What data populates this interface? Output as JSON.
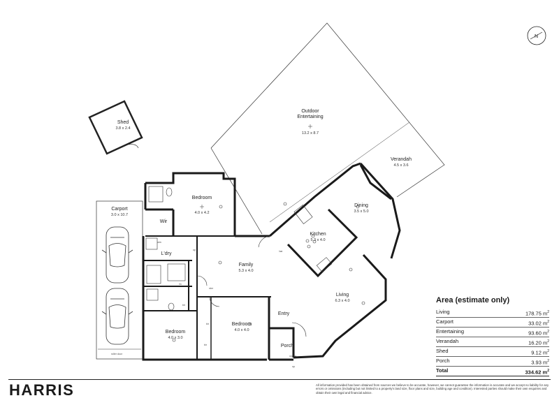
{
  "rooms": {
    "shed": {
      "name": "Shed",
      "dims": "3.8 x 2.4"
    },
    "outdoor": {
      "name_line1": "Outdoor",
      "name_line2": "Entertaining",
      "dims": "13.2 x 8.7"
    },
    "verandah": {
      "name": "Verandah",
      "dims": "4.5 x 3.6"
    },
    "carport": {
      "name": "Carport",
      "dims": "3.0 x 10.7"
    },
    "bedroom_top": {
      "name": "Bedroom",
      "dims": "4.0 x 4.2"
    },
    "wir": {
      "name": "Wir"
    },
    "laundry": {
      "name": "L'dry"
    },
    "family": {
      "name": "Family",
      "dims": "5.3 x 4.0"
    },
    "kitchen": {
      "name": "Kitchen",
      "dims": "5.3 x 4.0"
    },
    "dining": {
      "name": "Dining",
      "dims": "3.5 x 5.0"
    },
    "living": {
      "name": "Living",
      "dims": "6.3 x 4.0"
    },
    "bedroom_left": {
      "name": "Bedroom",
      "dims": "4.0 x 3.0"
    },
    "bedroom_mid": {
      "name": "Bedroom",
      "dims": "4.0 x 4.0"
    },
    "entry": {
      "name": "Entry"
    },
    "porch": {
      "name": "Porch"
    }
  },
  "small_labels": {
    "roller_door": "roller door",
    "wm": "wm",
    "up": "up",
    "lin": "lin",
    "bir": "bir",
    "bar": "bar",
    "ac": "ac",
    "st": "st",
    "stor": "stor",
    "stack": "stack",
    "wm2": "wm"
  },
  "area": {
    "title": "Area (estimate only)",
    "rows": [
      {
        "label": "Living",
        "value": "178.75 m",
        "unit": "2"
      },
      {
        "label": "Carport",
        "value": "33.02 m",
        "unit": "2"
      },
      {
        "label": "Entertaining",
        "value": "93.60 m",
        "unit": "2"
      },
      {
        "label": "Verandah",
        "value": "16.20 m",
        "unit": "2"
      },
      {
        "label": "Shed",
        "value": "9.12 m",
        "unit": "2"
      },
      {
        "label": "Porch",
        "value": "3.93 m",
        "unit": "2"
      }
    ],
    "total": {
      "label": "Total",
      "value": "334.62 m",
      "unit": "2"
    }
  },
  "brand": "HARRIS",
  "disclaimer": "All information provided has been obtained from sources we believe to be accurate, however, we cannot guarantee the information is accurate and we accept no liability for any errors or omissions (including but not limited to a property's land size, floor plans and size, building age and condition). Interested parties should make their own enquiries and obtain their own legal and financial advice.",
  "compass": {
    "label": "N",
    "icon": "north-arrow-icon"
  }
}
